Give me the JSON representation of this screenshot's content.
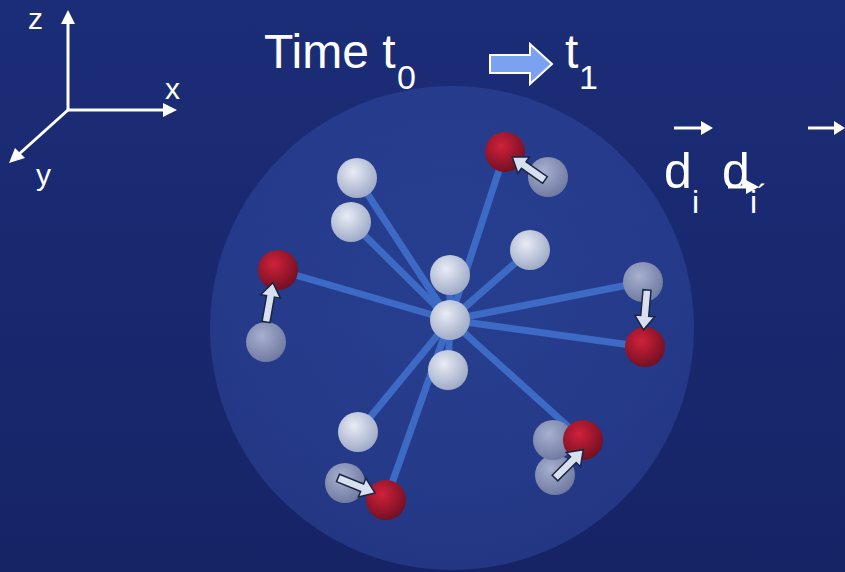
{
  "diagram": {
    "labels": [
      "z",
      "x",
      "y",
      "Time t",
      "0",
      "t",
      "1",
      "d",
      "i",
      "d",
      "i",
      "´"
    ]
  }
}
